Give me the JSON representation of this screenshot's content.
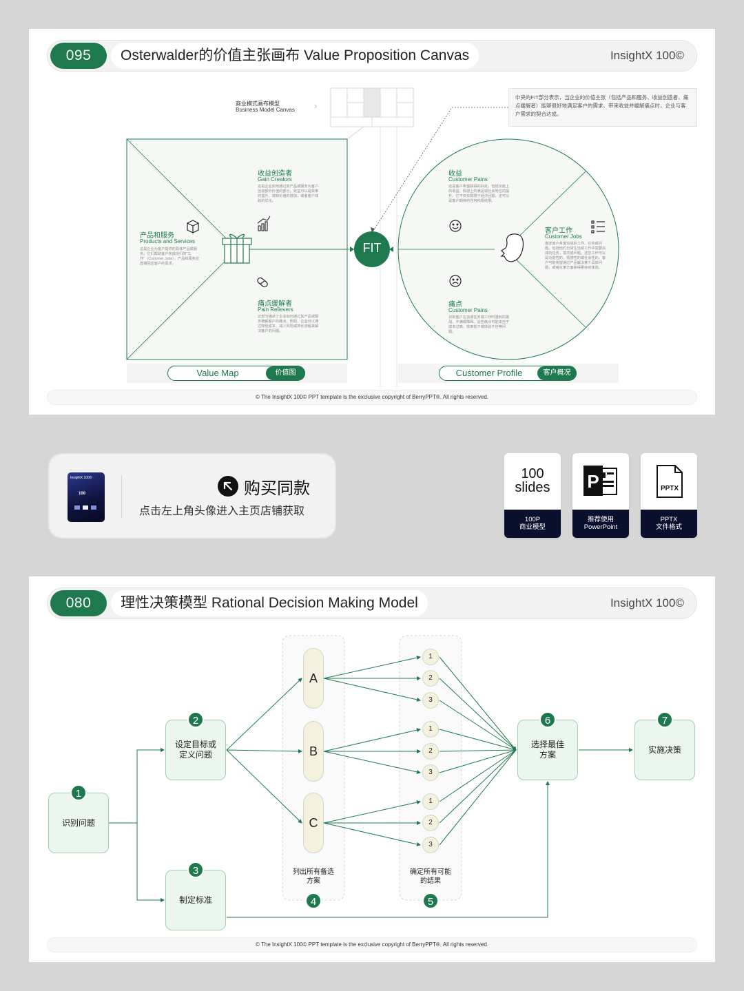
{
  "slide1": {
    "number": "095",
    "title": "Osterwalder的价值主张画布 Value Proposition Canvas",
    "brand": "InsightX 100©",
    "bmc_label_cn": "商业模式画布模型",
    "bmc_label_en": "Business Model Canvas",
    "note": "中央的FIT部分表示，当企业的价值主张（包括产品和服务、收益创造者、痛点缓解者）能够很好地满足客户的需求、带来收益并缓解痛点时，企业与客户需求的契合达成。",
    "fit": "FIT",
    "value_map": {
      "products": {
        "cn": "产品和服务",
        "en": "Products and Services",
        "desc": "这是企业为客户提供的具体产品或服务。它们帮助客户完成他们的\"工作\"（Customer Jobs），产品和服务应直接回应客户的需求。"
      },
      "gain_creators": {
        "cn": "收益创造者",
        "en": "Gain Creators",
        "desc": "这是企业如何通过其产品或服务为客户创造额外价值的部分。收益可以是效率的提升、感知价值的增加，或者客户体验的优化。"
      },
      "pain_relievers": {
        "cn": "痛点缓解者",
        "en": "Pain Relievers",
        "desc": "这部分描述了企业如何通过其产品或服务缓解客户的痛点。例如，企业可以通过降低成本、减少风险或简化流程来解决客户的问题。"
      },
      "pill_en": "Value Map",
      "pill_cn": "价值图"
    },
    "customer_profile": {
      "gains": {
        "cn": "收益",
        "en": "Customer Pains",
        "desc": "这是客户希望获得的好处，包括功能上的收益、情感上的满足或社会地位的提升。它不仅仅局限于经济回报，还可以是客户期待的任何积极结果。"
      },
      "jobs": {
        "cn": "客户工作",
        "en": "Customer Jobs",
        "desc": "描述客户希望完成的工作、任务或问题。包括他们日常生活或工作中需要完成的任务，需求或问题。这些工作可以是功能性的、情感性的或社会性的。客户可能希望通过产品解决某个具体问题，或者在某方面获得更好的体验。"
      },
      "pains": {
        "cn": "痛点",
        "en": "Customer Pains",
        "desc": "识别客户在完成任务或工作时遇到的挑战、不满或障碍。这些痛点可能来自于成本过高、效率低下或体验不佳等问题。"
      },
      "pill_en": "Customer Profile",
      "pill_cn": "客户概况"
    },
    "footer": "The InsightX 100© PPT template is the exclusive copyright of BerryPPT®. All rights reserved."
  },
  "promo": {
    "book_title": "InsightX 100©",
    "book_mark": "100",
    "buy_label": "购买同款",
    "buy_sub": "点击左上角头像进入主页店铺获取",
    "cards": [
      {
        "top": "100 slides",
        "bottom": "100P\n商业模型"
      },
      {
        "top": "",
        "icon": "powerpoint-icon",
        "bottom": "推荐使用\nPowerPoint"
      },
      {
        "top": "PPTX",
        "icon": "pptx-file-icon",
        "bottom": "PPTX\n文件格式"
      }
    ]
  },
  "slide2": {
    "number": "080",
    "title": "理性决策模型 Rational Decision Making Model",
    "brand": "InsightX 100©",
    "steps": [
      {
        "n": "1",
        "label": "识别问题"
      },
      {
        "n": "2",
        "label": "设定目标或\n定义问题"
      },
      {
        "n": "3",
        "label": "制定标准"
      },
      {
        "n": "4",
        "label": "列出所有备选\n方案"
      },
      {
        "n": "5",
        "label": "确定所有可能\n的结果"
      },
      {
        "n": "6",
        "label": "选择最佳\n方案"
      },
      {
        "n": "7",
        "label": "实施决策"
      }
    ],
    "options": [
      "A",
      "B",
      "C"
    ],
    "outcomes": [
      "1",
      "2",
      "3"
    ],
    "footer": "The InsightX 100© PPT template is the exclusive copyright of BerryPPT®. All rights reserved."
  }
}
